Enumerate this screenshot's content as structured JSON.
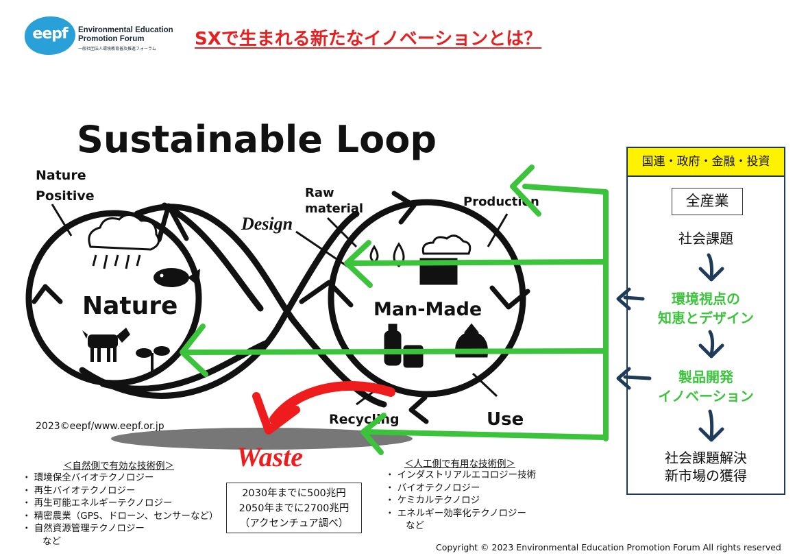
{
  "logo": {
    "mark": "eepf",
    "org_line1": "Environmental Education",
    "org_line2": "Promotion Forum",
    "org_line3": "一般社団法人環境教育普及推進フォーラム",
    "color": "#2aa0d8"
  },
  "title": "SXで生まれる新たなイノベーションとは？",
  "diagram": {
    "heading": "Sustainable Loop",
    "labels": {
      "nature_positive_1": "Nature",
      "nature_positive_2": "Positive",
      "nature": "Nature",
      "raw_material_1": "Raw",
      "raw_material_2": "material",
      "design": "Design",
      "production": "Production",
      "man_made": "Man-Made",
      "recycling": "Recycling",
      "use": "Use",
      "waste": "Waste"
    },
    "colors": {
      "loop": "#111111",
      "arrow_green": "#3cc33c",
      "arrow_red": "#ee1c1c",
      "shadow": "#777777"
    }
  },
  "panel": {
    "header": "国連・政府・金融・投資",
    "box": "全産業",
    "step1": "社会課題",
    "step2_line1": "環境視点の",
    "step2_line2": "知恵とデザイン",
    "step3_line1": "製品開発",
    "step3_line2": "イノベーション",
    "step4_line1": "社会課題解決",
    "step4_line2": "新市場の獲得"
  },
  "nature_tech": {
    "heading": "＜自然側で有効な技術例＞",
    "items": [
      "環境保全バイオテクノロジー",
      "再生バイオテクノロジー",
      "再生可能エネルギーテクノロジー",
      "精密農業（GPS、ドローン、センサーなど）",
      "自然資源管理テクノロジー"
    ],
    "etc": "など"
  },
  "artificial_tech": {
    "heading": "＜人工側で有用な技術例＞",
    "items": [
      "インダストリアルエコロジー技術",
      "バイオテクノロジー",
      "ケミカルテクノロジ",
      "エネルギー効率化テクノロジー"
    ],
    "etc": "など"
  },
  "market": {
    "line1": "2030年までに500兆円",
    "line2": "2050年までに2700兆円",
    "line3": "（アクセンチュア調べ）"
  },
  "copyright_web": "2023©eepf/www.eepf.or.jp",
  "copyright_footer": "Copyright © 2023 Environmental Education Promotion Forum All rights reserved"
}
